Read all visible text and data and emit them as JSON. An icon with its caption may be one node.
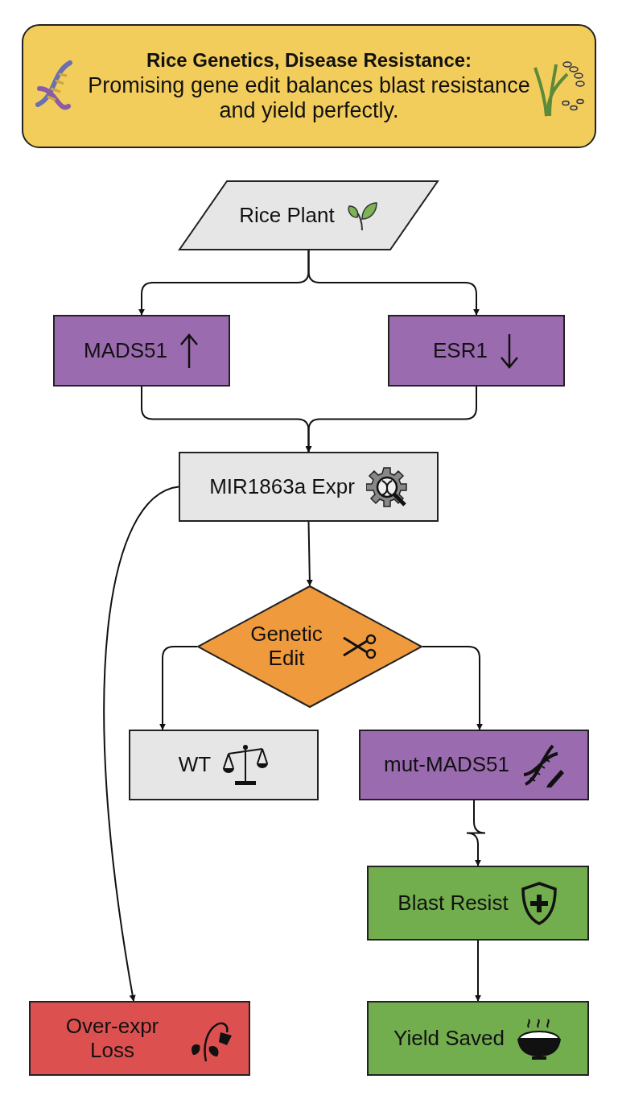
{
  "diagram": {
    "nodes": [
      {
        "text": [
          "Rice Genetics, Disease Resistance:",
          "Promising gene edit balances blast resistance and yield perfectly."
        ]
      },
      {
        "text": [
          "Rice Plant"
        ]
      },
      {
        "text": [
          "MADS51"
        ]
      },
      {
        "text": [
          "ESR1"
        ]
      },
      {
        "text": [
          "MIR1863a Expr"
        ]
      },
      {
        "text": [
          "Genetic Edit"
        ]
      },
      {
        "text": [
          "WT"
        ]
      },
      {
        "text": [
          "mut-MADS51"
        ]
      },
      {
        "text": [
          "Blast Resist"
        ]
      },
      {
        "text": [
          "Yield Saved"
        ]
      },
      {
        "text": [
          "Over-expr Loss"
        ]
      }
    ],
    "edges": [
      {
        "from": 1,
        "to": 2,
        "arrow": "to"
      },
      {
        "from": 1,
        "to": 3,
        "arrow": "to"
      },
      {
        "from": 2,
        "to": 4,
        "arrow": "to"
      },
      {
        "from": 3,
        "to": 4,
        "arrow": "to"
      },
      {
        "from": 4,
        "to": 5,
        "arrow": "to"
      },
      {
        "from": 5,
        "to": 6,
        "arrow": "to"
      },
      {
        "from": 5,
        "to": 7,
        "arrow": "to"
      },
      {
        "from": 7,
        "to": 8,
        "arrow": "to"
      },
      {
        "from": 8,
        "to": 9,
        "arrow": "to"
      },
      {
        "from": 4,
        "to": 10,
        "arrow": "to"
      }
    ]
  }
}
